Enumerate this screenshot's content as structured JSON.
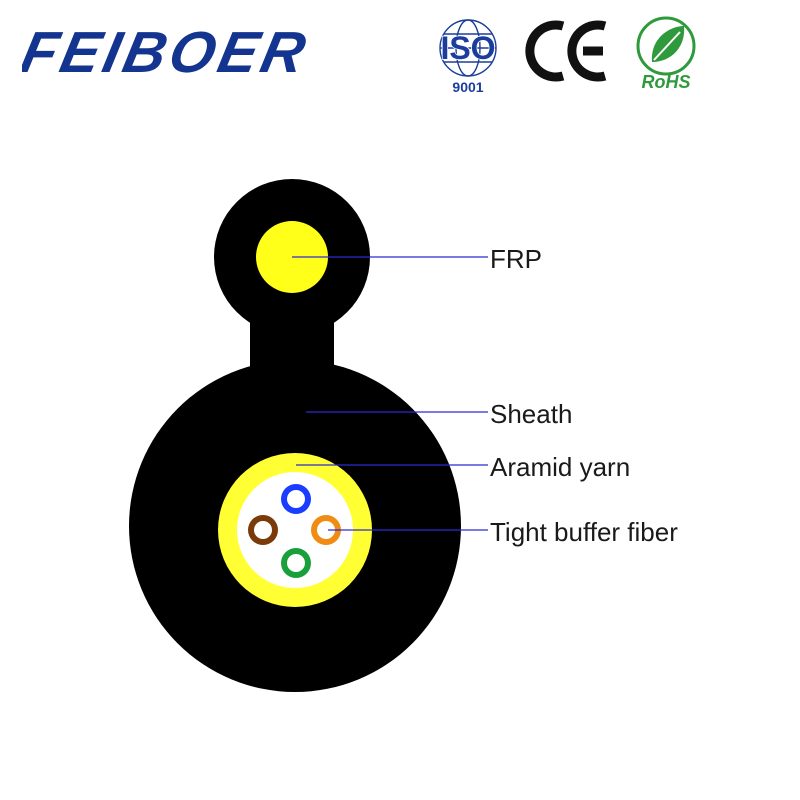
{
  "header": {
    "brand_name": "FEIBOER",
    "brand_color": "#14358f",
    "certifications": [
      {
        "name": "ISO",
        "sub": "9001",
        "icon": "iso-globe-icon",
        "color": "#1b3d9c"
      },
      {
        "name": "CE",
        "icon": "ce-mark-icon",
        "color": "#111111"
      },
      {
        "name": "RoHS",
        "icon": "rohs-leaf-icon",
        "color": "#2f9a3c"
      }
    ]
  },
  "diagram": {
    "colors": {
      "sheath": "#000000",
      "frp": "#ffff1a",
      "aramid_yarn": "#ffff33",
      "fiber_core_bg": "#ffffff",
      "leader_line": "#2a2ad0"
    },
    "labels": {
      "frp": "FRP",
      "sheath": "Sheath",
      "aramid_yarn": "Aramid yarn",
      "tight_buffer_fiber": "Tight buffer fiber"
    },
    "fibers": [
      {
        "name": "blue-fiber",
        "color": "#1a3dff"
      },
      {
        "name": "orange-fiber",
        "color": "#f08c14"
      },
      {
        "name": "green-fiber",
        "color": "#1aa03a"
      },
      {
        "name": "brown-fiber",
        "color": "#7a3a0a"
      }
    ]
  }
}
